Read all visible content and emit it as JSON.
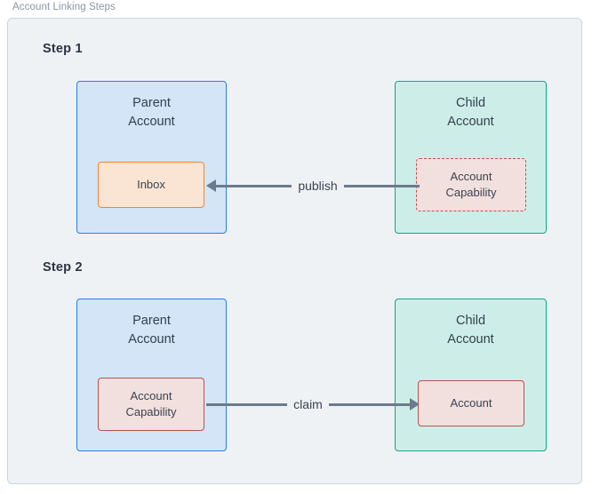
{
  "frame": {
    "title": "Account Linking Steps"
  },
  "colors": {
    "canvas": "#ffffff",
    "frame_bg": "#eff2f5",
    "frame_border": "#ccd4dd",
    "parent_fill": "#d3e5f7",
    "parent_border": "#2b7ce9",
    "child_fill": "#cdeee8",
    "child_border": "#12a58b",
    "inbox_fill": "#fae5d5",
    "inbox_border": "#e8873a",
    "capability_fill": "#f2e0de",
    "capability_border": "#b5524f",
    "capability_dashed_border": "#c0504d",
    "arrow": "#6b7a8d",
    "text": "#3a4350",
    "heading": "#2a3442",
    "title_text": "#8a95a5"
  },
  "steps": [
    {
      "label": "Step 1",
      "parent": {
        "title": "Parent\nAccount",
        "node": {
          "label": "Inbox",
          "style": "orange-solid"
        }
      },
      "child": {
        "title": "Child\nAccount",
        "node": {
          "label": "Account\nCapability",
          "style": "pink-dashed"
        }
      },
      "edge": {
        "label": "publish",
        "direction": "child-to-parent",
        "arrowhead": "left"
      }
    },
    {
      "label": "Step 2",
      "parent": {
        "title": "Parent\nAccount",
        "node": {
          "label": "Account\nCapability",
          "style": "pink-solid"
        }
      },
      "child": {
        "title": "Child\nAccount",
        "node": {
          "label": "Account",
          "style": "pink-solid"
        }
      },
      "edge": {
        "label": "claim",
        "direction": "parent-to-child",
        "arrowhead": "right"
      }
    }
  ]
}
